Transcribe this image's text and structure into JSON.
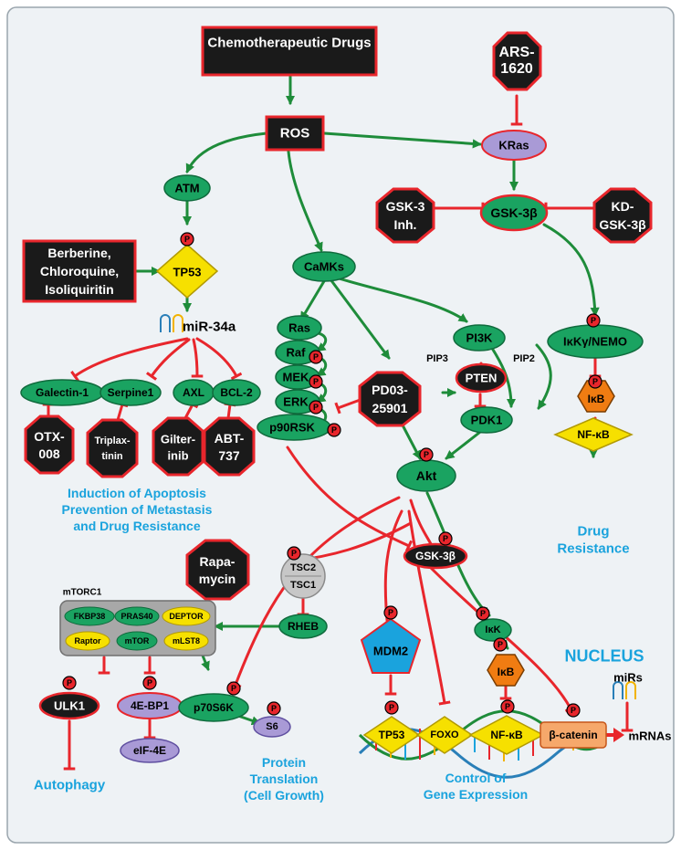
{
  "colors": {
    "activation": "#1e8c3a",
    "inhibition": "#e8262c",
    "caption": "#1aa3dd",
    "node_green": "#1aa361",
    "drug_fill": "#1a1a1a",
    "phospho": "#e8262c",
    "yellow_node": "#f6e000",
    "orange_node": "#f07c12",
    "background": "#eef2f5"
  },
  "nodes": {
    "chemo": "Chemotherapeutic Drugs",
    "ros": "ROS",
    "ars1620": "ARS-1620",
    "kras": "KRas",
    "atm": "ATM",
    "tp53_top": "TP53",
    "berberine_l1": "Berberine,",
    "berberine_l2": "Chloroquine,",
    "berberine_l3": "Isoliquiritin",
    "mir34a": "miR-34a",
    "galectin": "Galectin-1",
    "serpine": "Serpine1",
    "axl": "AXL",
    "bcl2": "BCL-2",
    "otx_l1": "OTX-",
    "otx_l2": "008",
    "triplax_l1": "Triplax-",
    "triplax_l2": "tinin",
    "gilter_l1": "Gilter-",
    "gilter_l2": "inib",
    "abt_l1": "ABT-",
    "abt_l2": "737",
    "gsk3_inh_l1": "GSK-3",
    "gsk3_inh_l2": "Inh.",
    "gsk3b_top": "GSK-3β",
    "kd_gsk_l1": "KD-",
    "kd_gsk_l2": "GSK-3β",
    "camks": "CaMKs",
    "ras": "Ras",
    "raf": "Raf",
    "mek": "MEK",
    "erk": "ERK",
    "p90rsk": "p90RSK",
    "pd03_l1": "PD03-",
    "pd03_l2": "25901",
    "pi3k": "PI3K",
    "pip3": "PIP3",
    "pip2": "PIP2",
    "pten": "PTEN",
    "pdk1": "PDK1",
    "akt": "Akt",
    "ikky": "IκKγ/NEMO",
    "ikb_right": "IκB",
    "nfkb_right": "NF-κB",
    "rapa_l1": "Rapa-",
    "rapa_l2": "mycin",
    "tsc2": "TSC2",
    "tsc1": "TSC1",
    "rheb": "RHEB",
    "gsk3b_mid": "GSK-3β",
    "mtorc1": "mTORC1",
    "fkbp38": "FKBP38",
    "pras40": "PRAS40",
    "deptor": "DEPTOR",
    "raptor": "Raptor",
    "mtor": "mTOR",
    "mlst8": "mLST8",
    "mdm2": "MDM2",
    "ikk": "IκK",
    "ikb_nuc": "IκB",
    "ulk1": "ULK1",
    "ebp1": "4E-BP1",
    "p70s6k": "p70S6K",
    "s6": "S6",
    "eif4e": "eIF-4E",
    "tp53_nuc": "TP53",
    "foxo": "FOXO",
    "nfkb_nuc": "NF-κB",
    "bcatenin": "β-catenin",
    "mirs": "miRs",
    "mrnas": "mRNAs",
    "p": "P"
  },
  "captions": {
    "apoptosis_l1": "Induction of Apoptosis",
    "apoptosis_l2": "Prevention of Metastasis",
    "apoptosis_l3": "and Drug Resistance",
    "drug_res_l1": "Drug",
    "drug_res_l2": "Resistance",
    "nucleus": "NUCLEUS",
    "autophagy": "Autophagy",
    "protein_l1": "Protein",
    "protein_l2": "Translation",
    "protein_l3": "(Cell Growth)",
    "gene_l1": "Control of",
    "gene_l2": "Gene Expression"
  }
}
